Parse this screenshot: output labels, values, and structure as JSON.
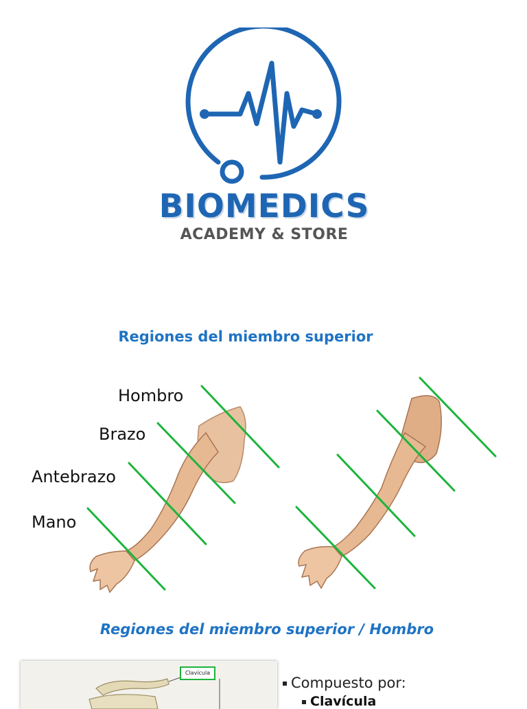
{
  "logo": {
    "brand_main": "BIOMEDICS",
    "brand_sub": "ACADEMY & STORE",
    "icon": "heartbeat-stethoscope-icon",
    "color_primary": "#1e66b3",
    "color_secondary": "#555555"
  },
  "section1": {
    "title": "Regiones del miembro superior",
    "labels": [
      "Hombro",
      "Brazo",
      "Antebrazo",
      "Mano"
    ],
    "line_color": "#1db43c"
  },
  "section2": {
    "title": "Regiones del miembro superior / Hombro",
    "image_label": "Clavícula",
    "bullet": "Compuesto por:",
    "sub_bullet": "Clavícula"
  }
}
